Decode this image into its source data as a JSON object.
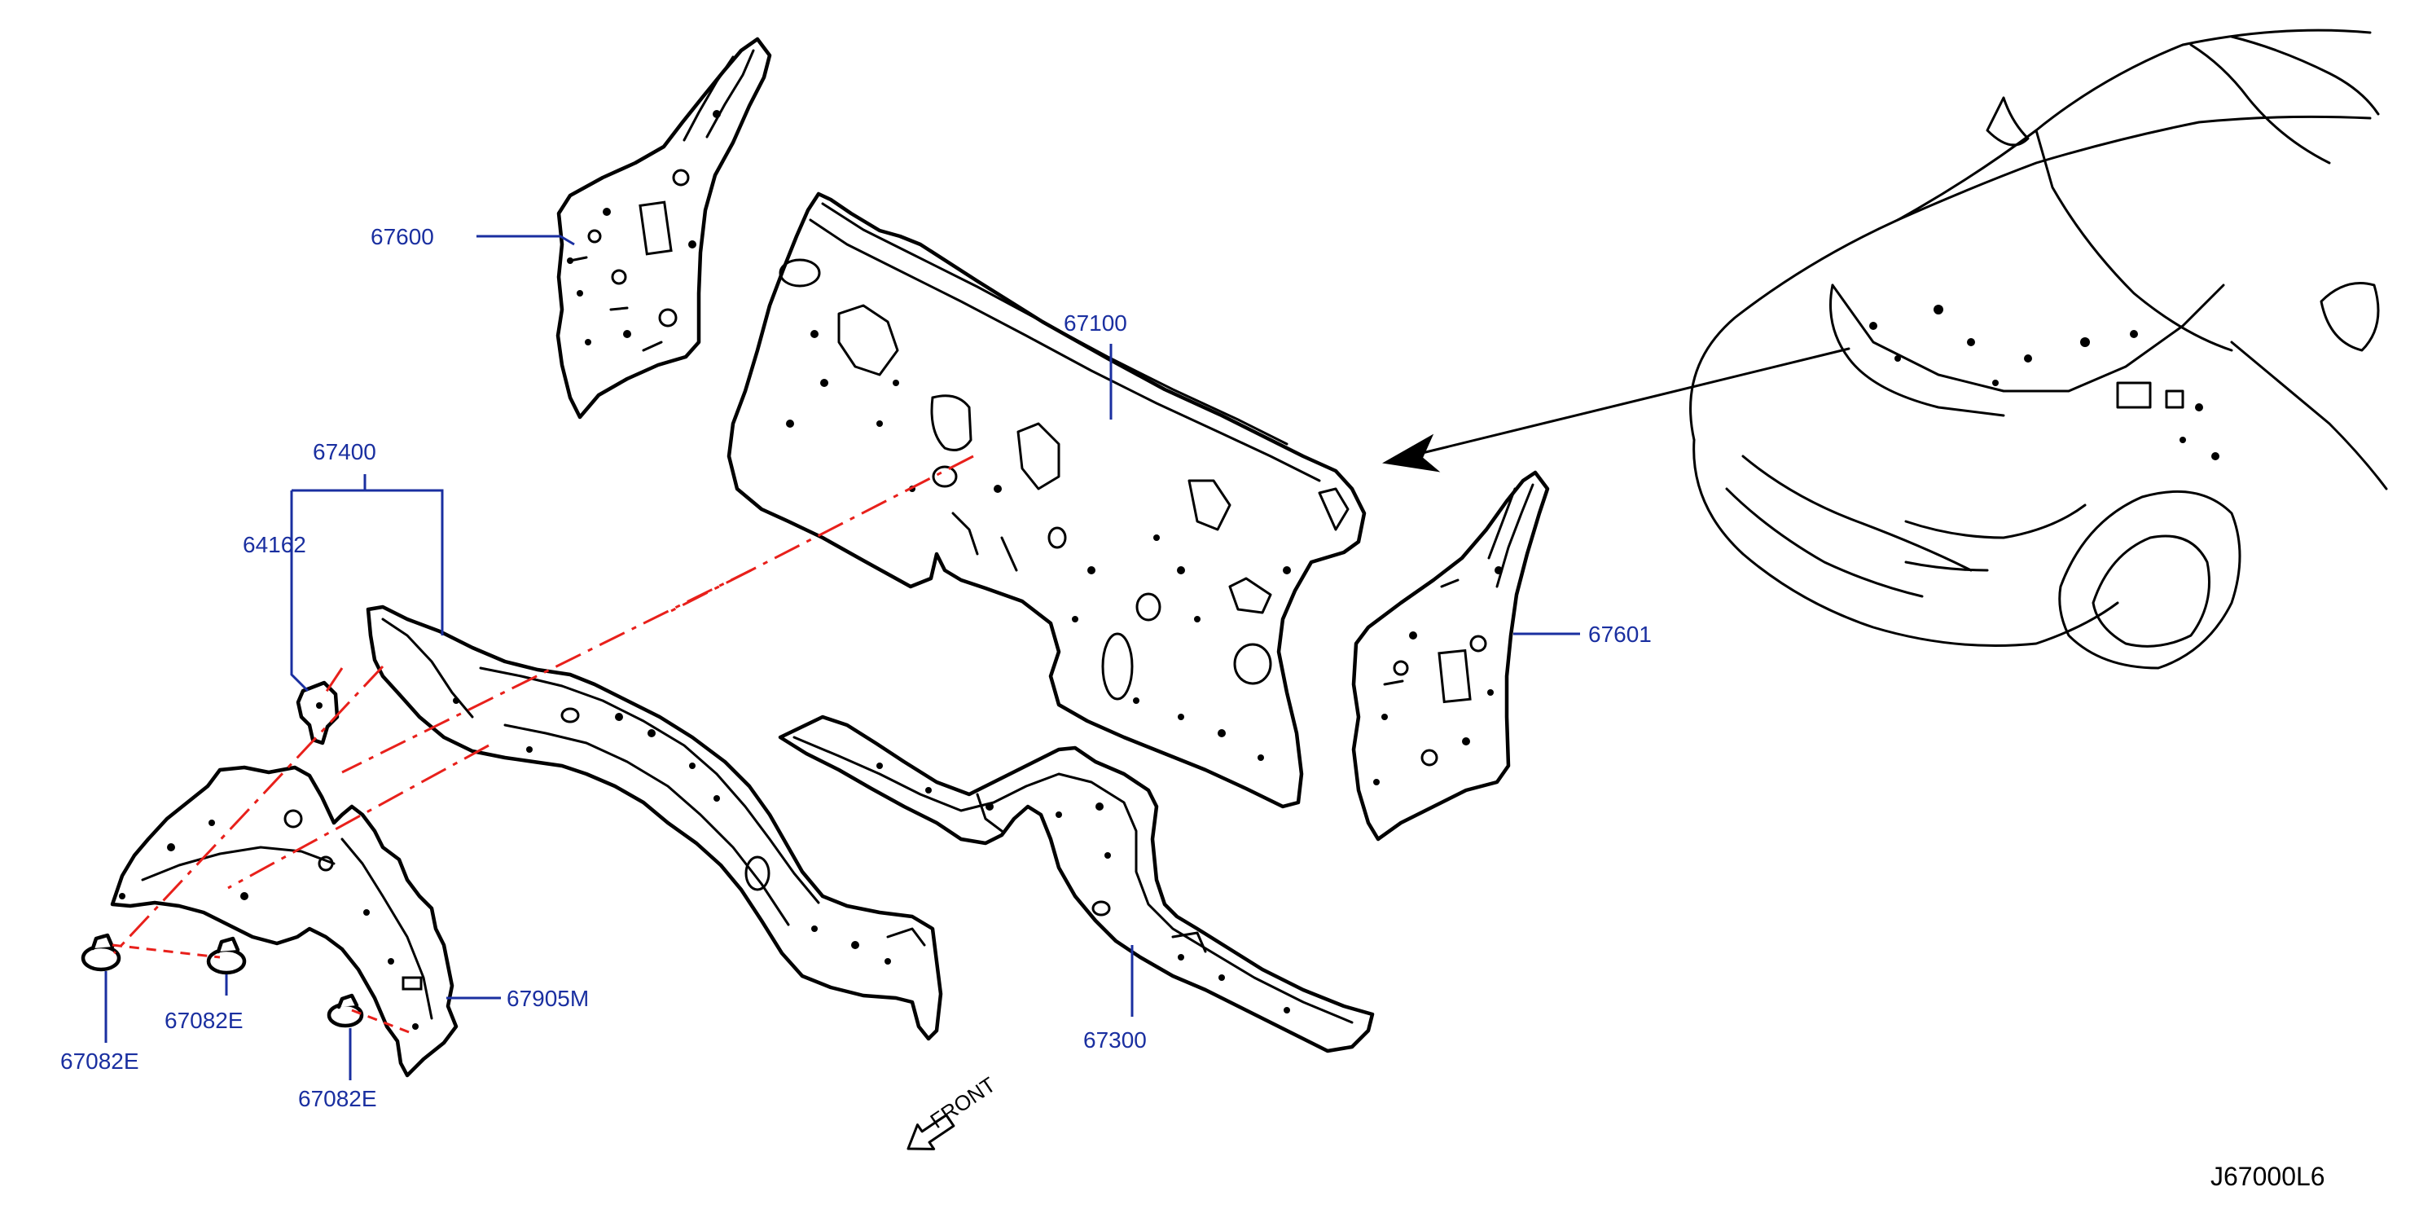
{
  "colors": {
    "callout_text": "#1a2fa0",
    "leader_line": "#1a2fa0",
    "assembly_centerline": "#e8201b",
    "outline": "#000000",
    "background": "#ffffff"
  },
  "callouts": {
    "c67600": "67600",
    "c67100": "67100",
    "c67400": "67400",
    "c64162": "64162",
    "c67601": "67601",
    "c67905M": "67905M",
    "c67082E_a": "67082E",
    "c67082E_b": "67082E",
    "c67082E_c": "67082E",
    "c67300": "67300"
  },
  "front_indicator": {
    "label": "FRONT",
    "icon": "hollow-arrow-icon"
  },
  "diagram_ref": "J67000L6"
}
